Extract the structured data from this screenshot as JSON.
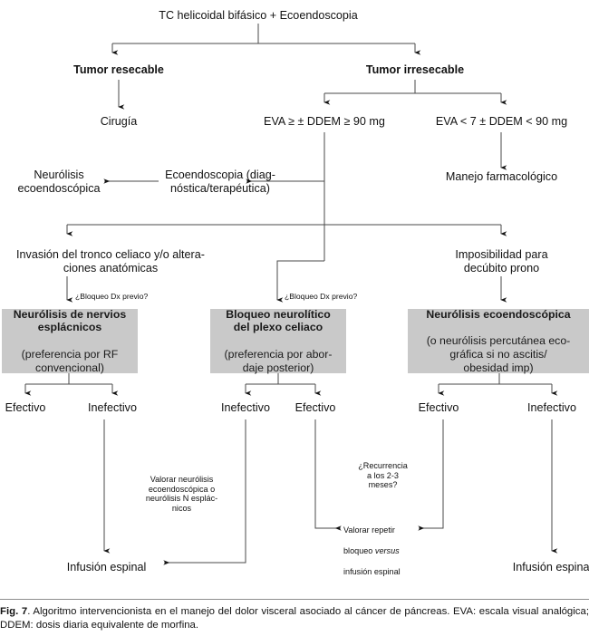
{
  "figure": {
    "caption_label": "Fig. 7",
    "caption_text": ". Algoritmo intervencionista en el manejo del dolor visceral asociado al cáncer de páncreas. EVA: escala visual analógica; DDEM: dosis diaria equivalente de morfina."
  },
  "nodes": {
    "root": "TC helicoidal bifásico + Ecoendoscopia",
    "resecable": "Tumor resecable",
    "irresecable": "Tumor irresecable",
    "cirugia": "Cirugía",
    "eva_high": "EVA ≥ ± DDEM ≥ 90 mg",
    "eva_low": "EVA < 7 ± DDEM < 90 mg",
    "neurolisis_eco": "Neurólisis\necoendoscópica",
    "ecoendoscopia": "Ecoendoscopia (diag-\nnóstica/terapéutica)",
    "manejo_farm": "Manejo farmacológico",
    "invasion": "Invasión del tronco celiaco y/o altera-\nciones anatómicas",
    "imposibilidad": "Imposibilidad para\ndecúbito prono",
    "bloqueo_dx_1": "¿Bloqueo Dx previo?",
    "bloqueo_dx_2": "¿Bloqueo Dx previo?"
  },
  "boxes": [
    {
      "id": "box-neurolisis-esplacnicos",
      "header": "Neurólisis de nervios\nesplácnicos",
      "sub": "(preferencia por RF\nconvencional)"
    },
    {
      "id": "box-bloqueo-plexo-celiaco",
      "header": "Bloqueo neurolítico\ndel plexo celiaco",
      "sub": "(preferencia por abor-\ndaje posterior)"
    },
    {
      "id": "box-neurolisis-ecoendoscopica",
      "header": "Neurólisis ecoendoscópica",
      "sub": "(o neurólisis percutánea eco-\ngráfica si no ascitis/\nobesidad imp)"
    }
  ],
  "outcomes": {
    "b1_left": "Efectivo",
    "b1_right": "Inefectivo",
    "b2_left": "Inefectivo",
    "b2_right": "Efectivo",
    "b3_left": "Efectivo",
    "b3_right": "Inefectivo"
  },
  "annotations": {
    "valorar_neurolisis": "Valorar neurólisis\necoendoscópica o\nneurólisis N esplác-\nnicos",
    "recurrencia": "¿Recurrencia\na los 2-3\nmeses?",
    "valorar_repetir_1": "Valorar repetir",
    "valorar_repetir_versus": "bloqueo ",
    "valorar_repetir_ital": "versus",
    "valorar_repetir_3": "infusión espinal"
  },
  "terminals": {
    "infusion_left": "Infusión espinal",
    "infusion_right": "Infusión espinal"
  },
  "colors": {
    "box_fill": "#c9c9c9",
    "line": "#4a4a4a",
    "text": "#111111",
    "page_bg": "#ffffff"
  }
}
